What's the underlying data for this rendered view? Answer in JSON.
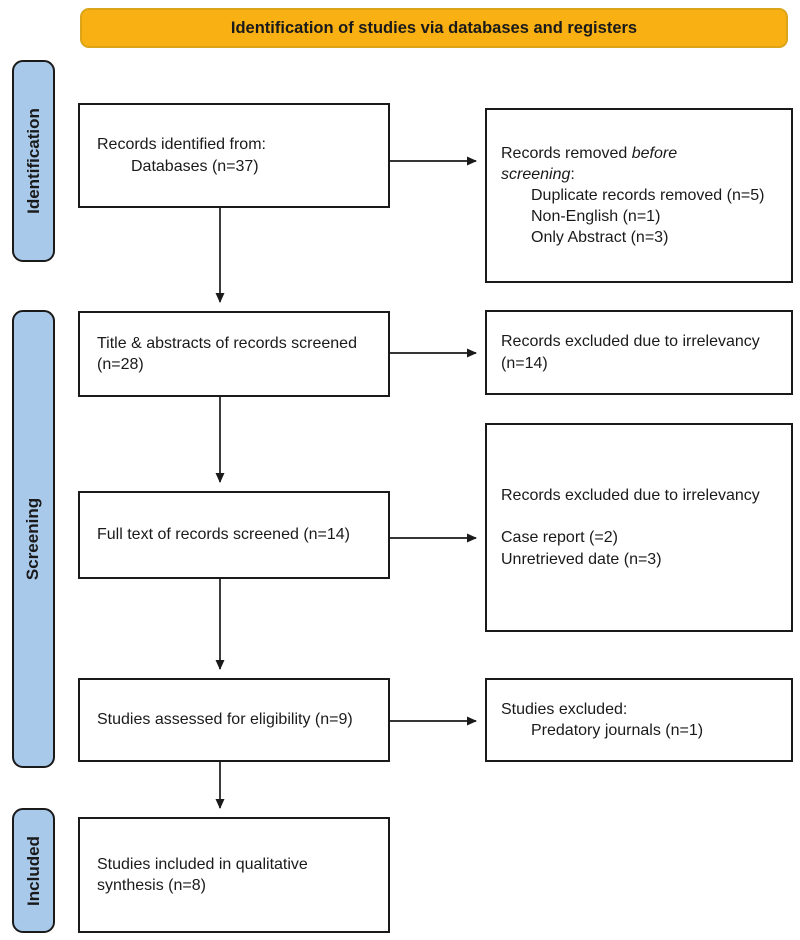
{
  "banner": {
    "label": "Identification of studies via databases and registers"
  },
  "colors": {
    "banner_bg": "#F8B013",
    "banner_border": "#DCA519",
    "stage_bg": "#A9C9EA",
    "box_border": "#1A1A1A"
  },
  "stages": [
    {
      "label": "Identification"
    },
    {
      "label": "Screening"
    },
    {
      "label": "Included"
    }
  ],
  "main_boxes": [
    {
      "line1": "Records identified from:",
      "line2": "Databases (n=37)"
    },
    {
      "text": "Title & abstracts of records screened (n=28)"
    },
    {
      "text": "Full text of records screened (n=14)"
    },
    {
      "text": "Studies assessed for eligibility (n=9)"
    },
    {
      "text": "Studies included in qualitative synthesis (n=8)"
    }
  ],
  "right_boxes": [
    {
      "line1_prefix": "Records removed ",
      "line1_italic": "before",
      "line2_italic": "screening",
      "line2_suffix": ":",
      "items": [
        "Duplicate records removed (n=5)",
        "Non-English (n=1)",
        "Only Abstract (n=3)"
      ]
    },
    {
      "text": "Records excluded due to irrelevancy",
      "count": "(n=14)"
    },
    {
      "text": "Records excluded due to irrelevancy",
      "items": [
        "Case report (=2)",
        "Unretrieved date (n=3)"
      ]
    },
    {
      "text": "Studies excluded:",
      "items": [
        "Predatory journals (n=1)"
      ]
    }
  ]
}
